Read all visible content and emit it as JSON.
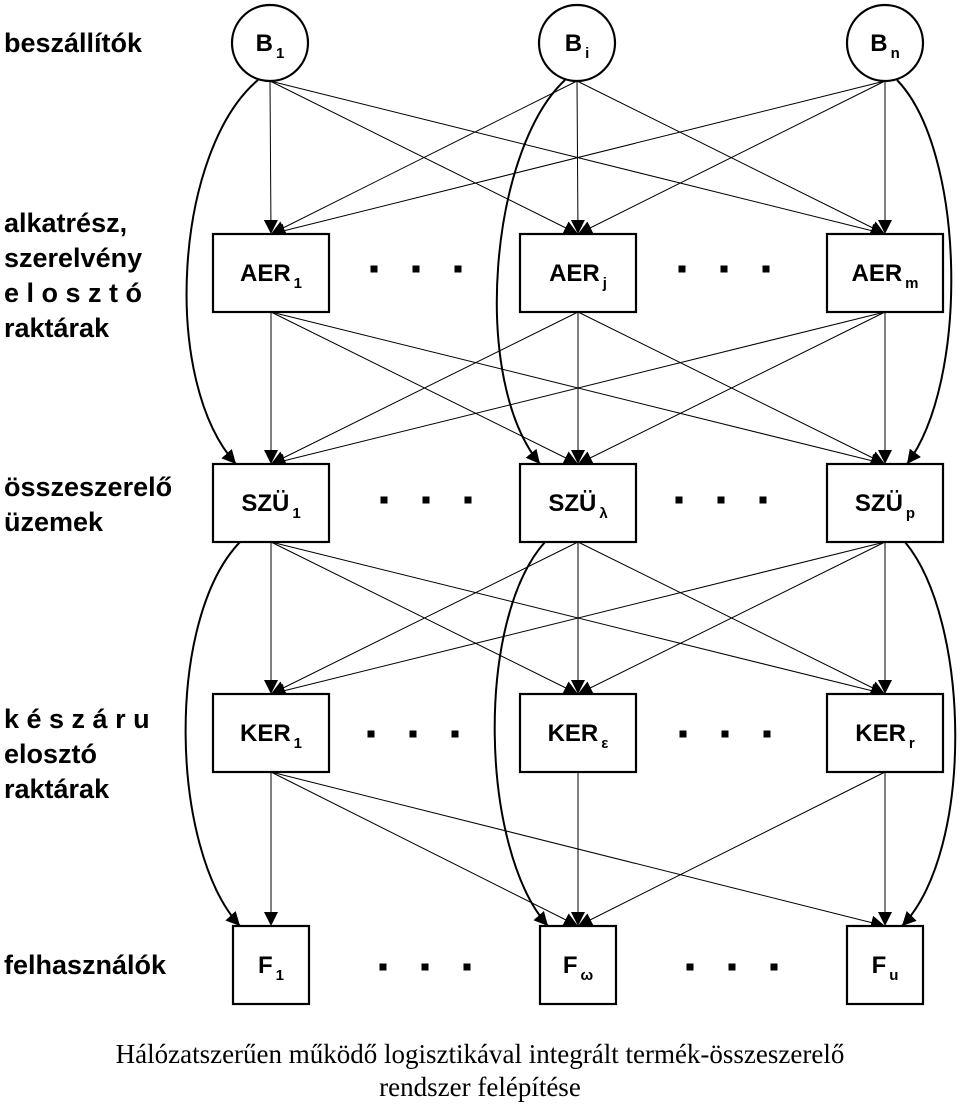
{
  "rows": [
    {
      "id": "supplier",
      "label_lines": [
        "beszállítók"
      ]
    },
    {
      "id": "parts",
      "label_lines": [
        "alkatrész,",
        "szerelvény",
        "e l o s z t ó",
        "raktárak"
      ]
    },
    {
      "id": "assembly",
      "label_lines": [
        "összeszerelő",
        "üzemek"
      ]
    },
    {
      "id": "finished",
      "label_lines": [
        "k é s z á r u",
        "elosztó",
        "raktárak"
      ]
    },
    {
      "id": "users",
      "label_lines": [
        "felhasználók"
      ]
    }
  ],
  "nodes": {
    "supplier": [
      {
        "main": "B",
        "sub": "1"
      },
      {
        "main": "B",
        "sub": "i"
      },
      {
        "main": "B",
        "sub": "n"
      }
    ],
    "parts": [
      {
        "main": "AER",
        "sub": "1"
      },
      {
        "main": "AER",
        "sub": "j"
      },
      {
        "main": "AER",
        "sub": "m"
      }
    ],
    "assembly": [
      {
        "main": "SZÜ",
        "sub": "1"
      },
      {
        "main": "SZÜ",
        "sub": "λ"
      },
      {
        "main": "SZÜ",
        "sub": "p"
      }
    ],
    "finished": [
      {
        "main": "KER",
        "sub": "1"
      },
      {
        "main": "KER",
        "sub": "ε"
      },
      {
        "main": "KER",
        "sub": "r"
      }
    ],
    "users": [
      {
        "main": "F",
        "sub": "1"
      },
      {
        "main": "F",
        "sub": "ω"
      },
      {
        "main": "F",
        "sub": "u"
      }
    ]
  },
  "caption": {
    "line1": "Hálózatszerűen működő logisztikával integrált termék-összeszerelő",
    "line2": "rendszer felépítése"
  }
}
